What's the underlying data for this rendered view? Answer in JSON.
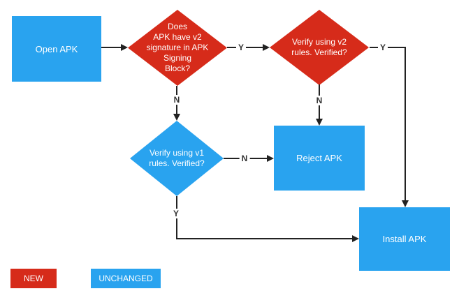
{
  "nodes": {
    "open_apk": {
      "label": "Open APK",
      "type": "process",
      "status": "unchanged"
    },
    "v2_signature_check": {
      "label": "Does\nAPK have v2\nsignature in APK\nSigning\nBlock?",
      "type": "decision",
      "status": "new"
    },
    "v2_verify": {
      "label": "Verify using v2\nrules. Verified?",
      "type": "decision",
      "status": "new"
    },
    "v1_verify": {
      "label": "Verify using v1\nrules. Verified?",
      "type": "decision",
      "status": "unchanged"
    },
    "reject_apk": {
      "label": "Reject APK",
      "type": "process",
      "status": "unchanged"
    },
    "install_apk": {
      "label": "Install APK",
      "type": "process",
      "status": "unchanged"
    }
  },
  "edges": [
    {
      "from": "open_apk",
      "to": "v2_signature_check",
      "label": ""
    },
    {
      "from": "v2_signature_check",
      "to": "v2_verify",
      "label": "Y"
    },
    {
      "from": "v2_signature_check",
      "to": "v1_verify",
      "label": "N"
    },
    {
      "from": "v2_verify",
      "to": "install_apk",
      "label": "Y"
    },
    {
      "from": "v2_verify",
      "to": "reject_apk",
      "label": "N"
    },
    {
      "from": "v1_verify",
      "to": "reject_apk",
      "label": "N"
    },
    {
      "from": "v1_verify",
      "to": "install_apk",
      "label": "Y"
    }
  ],
  "legend": {
    "new_label": "NEW",
    "unchanged_label": "UNCHANGED"
  },
  "colors": {
    "new": "#d62b1a",
    "unchanged": "#29a3ef",
    "line": "#222222",
    "edge_label": "#333333",
    "node_text": "#ffffff",
    "background": "#ffffff"
  }
}
